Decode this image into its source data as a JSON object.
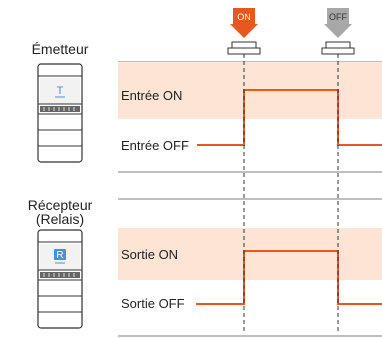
{
  "transmitter": {
    "label": "Émetteur",
    "badge": "T"
  },
  "receiver": {
    "label_line1": "Récepteur",
    "label_line2": "(Relais)",
    "badge": "R"
  },
  "markers": {
    "on_label": "ON",
    "off_label": "OFF"
  },
  "timing": {
    "input_on": "Entrée ON",
    "input_off": "Entrée OFF",
    "output_on": "Sortie ON",
    "output_off": "Sortie OFF"
  },
  "colors": {
    "highlight_band": "#FCE5D4",
    "signal": "#E8581E",
    "on_arrow": "#E8581E",
    "off_arrow": "#A8A8A8",
    "badge": "#4A90D9",
    "line": "#333333"
  }
}
